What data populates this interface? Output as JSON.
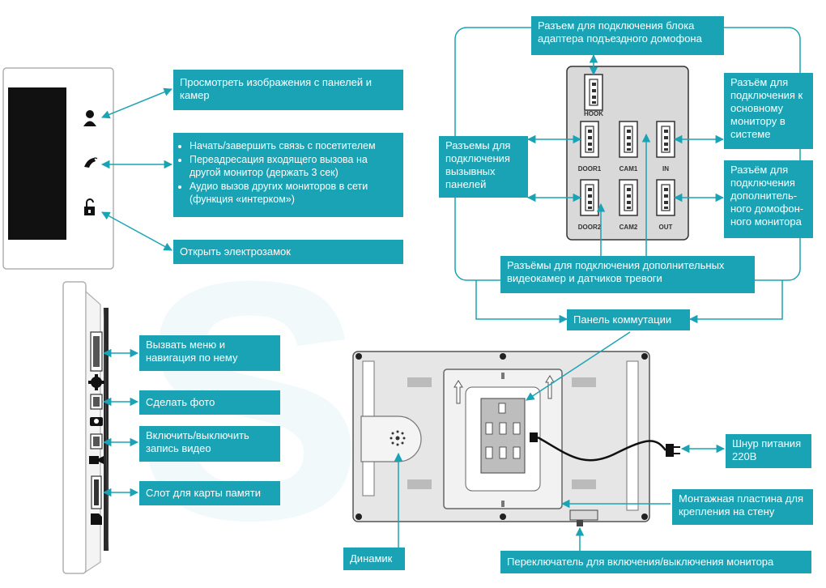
{
  "front_labels": {
    "view_images": "Просмотреть изображения с панелей и камер",
    "call_items": [
      "Начать/завершить связь с посетителем",
      "Переадресация входящего вызова на другой монитор (держать 3 сек)",
      "Аудио вызов других мониторов в сети (функция «интерком»)"
    ],
    "open_lock": "Открыть электрозамок"
  },
  "side_labels": {
    "menu": "Вызвать меню и навигация по нему",
    "photo": "Сделать фото",
    "video": "Включить/выключить запись видео",
    "memory_slot": "Слот для карты памяти"
  },
  "connector_labels": {
    "adapter": "Разъем для подключения блока адаптера подъездного домофона",
    "main_monitor": "Разъём для подключения к основному монитору в системе",
    "call_panels": "Разъемы для подключения вызывных панелей",
    "extra_monitor": "Разъём для подключения дополнитель-ного домофон-ного монитора",
    "cameras_alarms": "Разъёмы для подключения дополнительных видеокамер и датчиков тревоги",
    "switch_panel": "Панель коммутации"
  },
  "connector_names": {
    "hook": "HOOK",
    "door1": "DOOR1",
    "cam1": "CAM1",
    "in": "IN",
    "door2": "DOOR2",
    "cam2": "CAM2",
    "out": "OUT"
  },
  "back_labels": {
    "power_cord": "Шнур питания 220В",
    "mount_plate": "Монтажная пластина для крепления на стену",
    "speaker": "Динамик",
    "power_switch": "Переключатель для включения/выключения монитора"
  },
  "colors": {
    "accent": "#1aa3b4",
    "line": "#1aa3b4",
    "panel": "#d9d9d9"
  }
}
